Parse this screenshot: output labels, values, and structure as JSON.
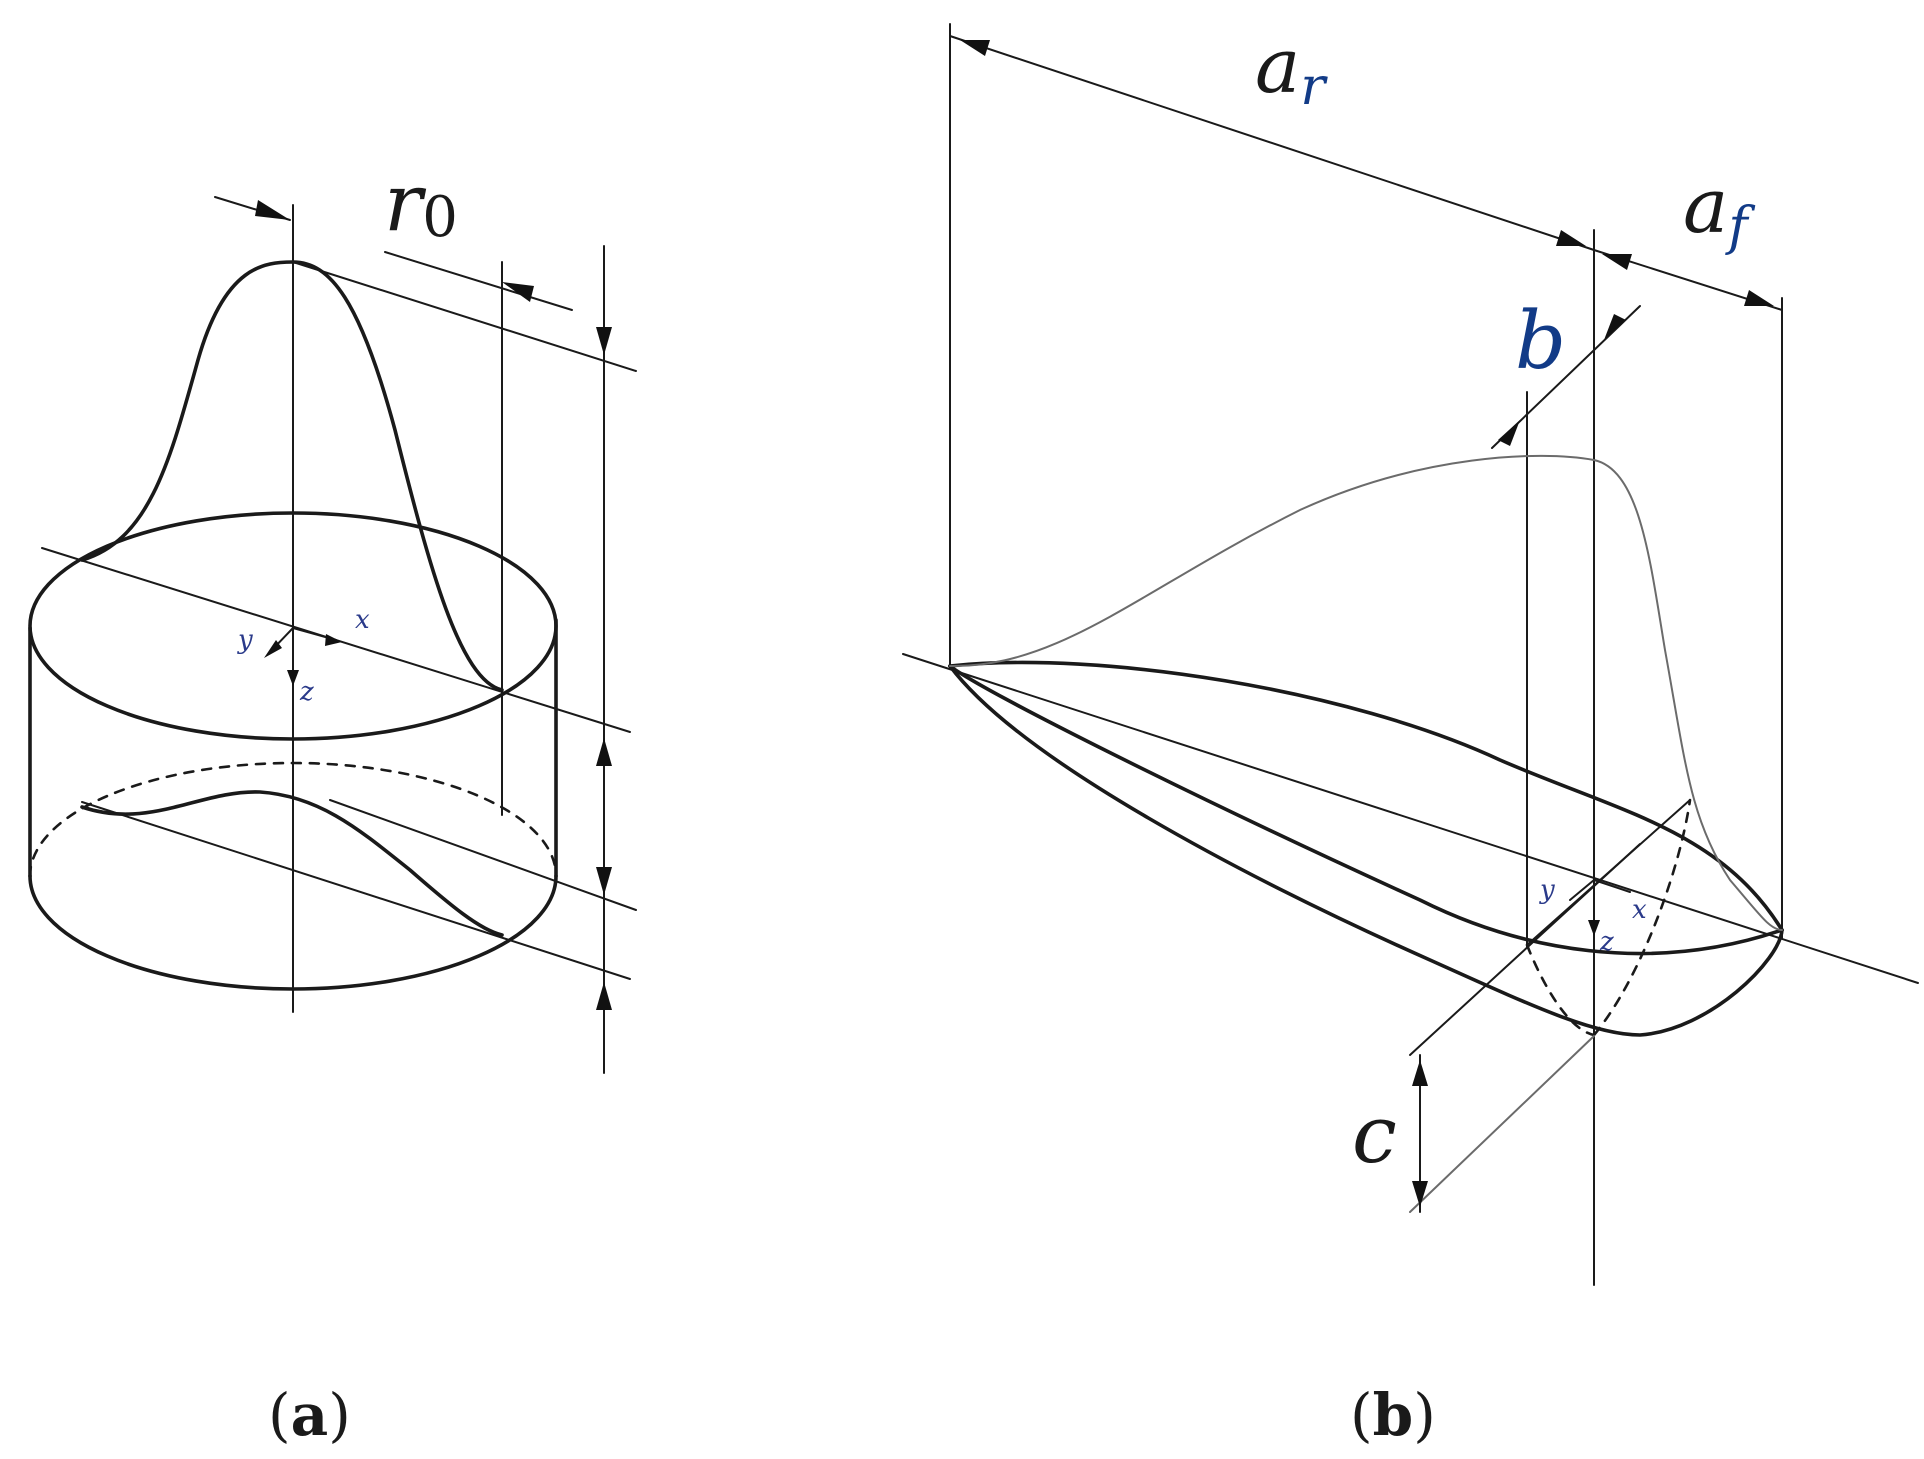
{
  "panel_a": {
    "dim_label_main": "r",
    "dim_label_sub": "0",
    "axis_x": "x",
    "axis_y": "y",
    "axis_z": "z",
    "caption_open": "(",
    "caption_letter": "a",
    "caption_close": ")"
  },
  "panel_b": {
    "dim_ar_main": "a",
    "dim_ar_sub": "r",
    "dim_af_main": "a",
    "dim_af_sub": "f",
    "dim_b": "b",
    "dim_c": "c",
    "axis_x": "x",
    "axis_y": "y",
    "axis_z": "z",
    "caption_open": "(",
    "caption_letter": "b",
    "caption_close": ")"
  },
  "colors": {
    "line": "#1a1a1a",
    "label_blue": "#123b87"
  }
}
